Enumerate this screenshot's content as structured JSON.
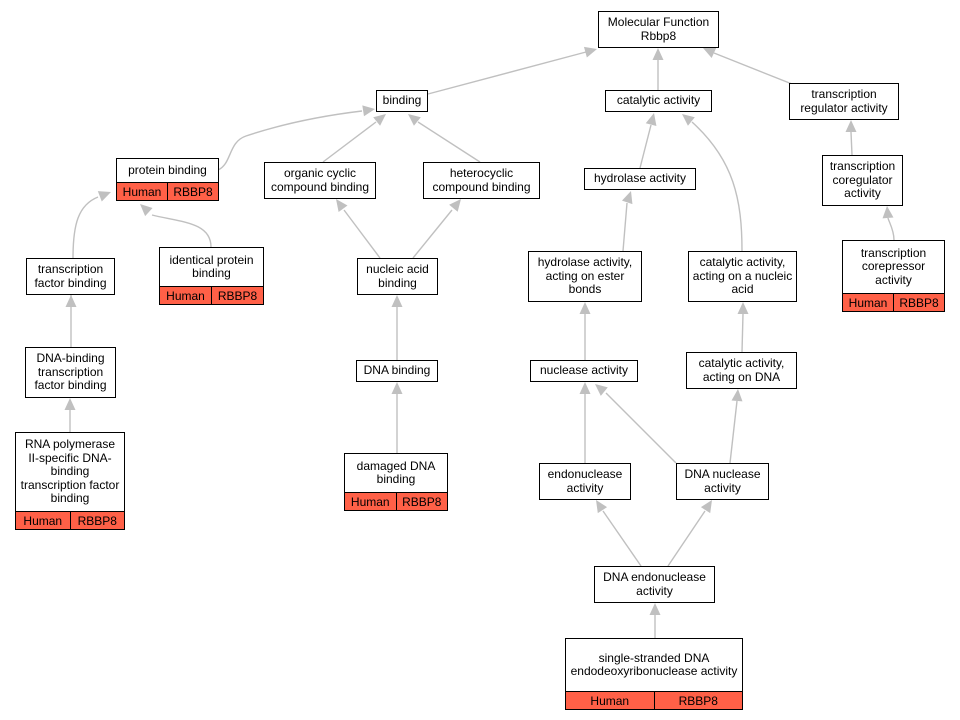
{
  "graph": {
    "root": {
      "line1": "Molecular Function",
      "line2": "Rbbp8"
    },
    "nodes": {
      "binding": "binding",
      "catalytic_activity": "catalytic activity",
      "transcription_regulator_activity": "transcription regulator activity",
      "protein_binding": "protein binding",
      "organic_cyclic_compound_binding": "organic cyclic compound binding",
      "heterocyclic_compound_binding": "heterocyclic compound binding",
      "hydrolase_activity": "hydrolase activity",
      "transcription_coregulator_activity": "transcription coregulator activity",
      "transcription_factor_binding": "transcription factor binding",
      "identical_protein_binding": "identical protein binding",
      "nucleic_acid_binding": "nucleic acid binding",
      "hydrolase_activity_ester": "hydrolase activity, acting on ester bonds",
      "catalytic_activity_nucleic_acid": "catalytic activity, acting on a nucleic acid",
      "transcription_corepressor_activity": "transcription corepressor activity",
      "dna_binding_tf_binding": "DNA-binding transcription factor binding",
      "dna_binding": "DNA binding",
      "nuclease_activity": "nuclease activity",
      "catalytic_activity_dna": "catalytic activity, acting on DNA",
      "rna_pol_ii_tf_binding": "RNA polymerase II-specific DNA-binding transcription factor binding",
      "damaged_dna_binding": "damaged DNA binding",
      "endonuclease_activity": "endonuclease activity",
      "dna_nuclease_activity": "DNA nuclease activity",
      "dna_endonuclease_activity": "DNA endonuclease activity",
      "ss_dna_endodeoxyribonuclease_activity": "single-stranded DNA endodeoxyribonuclease activity"
    },
    "annotation": {
      "species": "Human",
      "gene": "RBBP8",
      "color": "#ff6047"
    },
    "edge_color": "#c0c0c0"
  }
}
